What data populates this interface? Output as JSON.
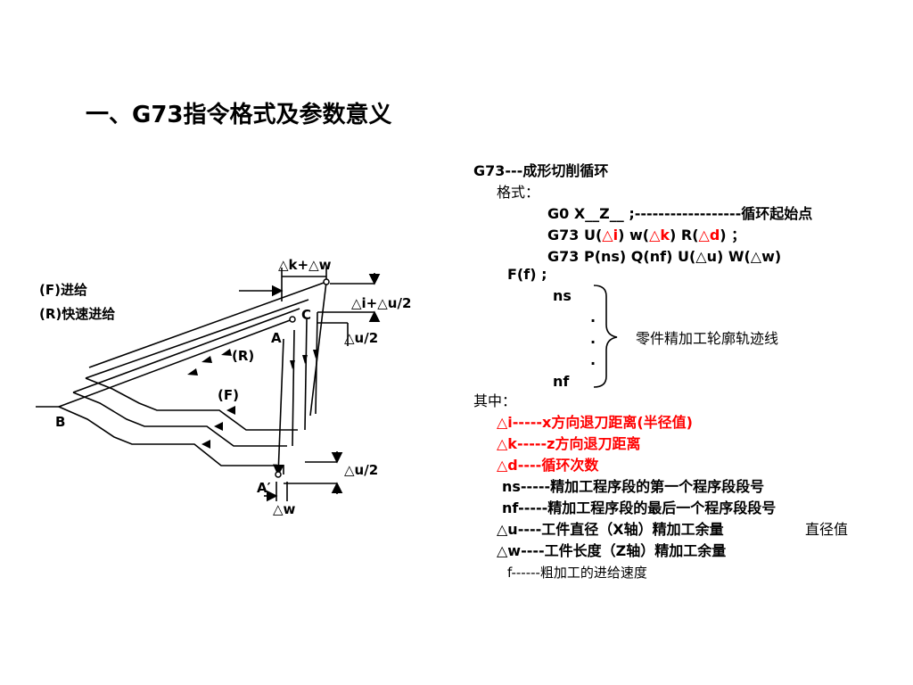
{
  "title": "一、G73指令格式及参数意义",
  "diagram": {
    "legend_feed": "(F)进给",
    "legend_rapid": "(R)快速进给",
    "label_dk_dw": "△k+△w",
    "label_di_du2": "△i+△u/2",
    "label_du2_upper": "△u/2",
    "label_R": "(R)",
    "label_F": "(F)",
    "label_A": "A",
    "label_C": "C",
    "label_B": "B",
    "label_A_prime": "A′",
    "label_du2_lower": "△u/2",
    "label_dw": "△w"
  },
  "code": {
    "heading": "G73---成形切削循环",
    "format_label": "格式：",
    "line_g0": "G0   X__Z__ ;------------------循环起始点",
    "line_g73_1_a": "G73  U(",
    "line_g73_1_di": "△i",
    "line_g73_1_b": ") w(",
    "line_g73_1_dk": "△k",
    "line_g73_1_c": ") R(",
    "line_g73_1_dd": "△d",
    "line_g73_1_d": ")  ；",
    "line_g73_2": "G73  P(ns)    Q(nf)    U(△u)   W(△w)",
    "line_ff": "F(f)  ;",
    "ns": "ns",
    "dot1": ".",
    "dot2": ".",
    "dot3": ".",
    "nf": "nf",
    "brace_label": "零件精加工轮廓轨迹线",
    "where": "其中：",
    "def_di": "△i-----x方向退刀距离(半径值)",
    "def_dk": "△k-----z方向退刀距离",
    "def_dd": "△d----循环次数",
    "def_ns": "ns-----精加工程序段的第一个程序段段号",
    "def_nf": "nf-----精加工程序段的最后一个程序段段号",
    "def_du": "△u----工件直径（X轴）精加工余量",
    "def_du_note": "直径值",
    "def_dw": "△w----工件长度（Z轴）精加工余量",
    "def_f": "f------粗加工的进给速度"
  }
}
